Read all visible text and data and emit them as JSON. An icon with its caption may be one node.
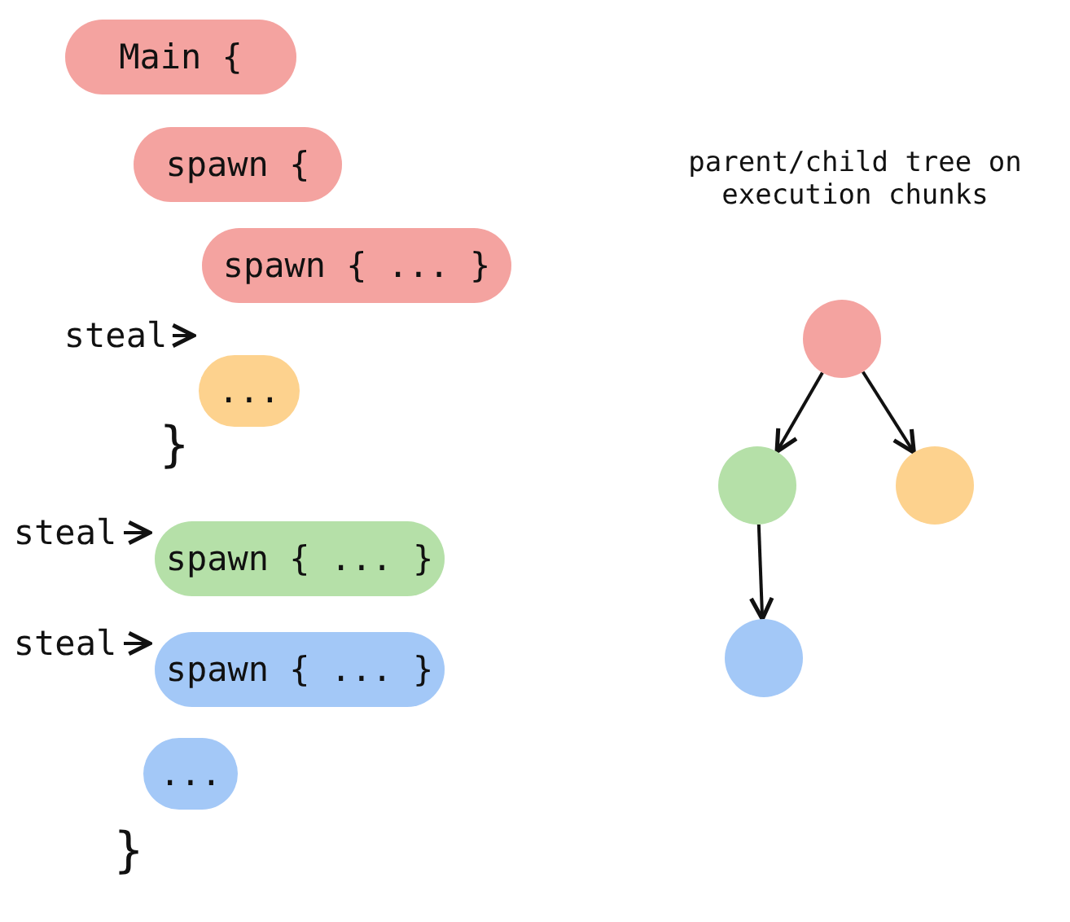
{
  "diagram": {
    "nodes": [
      {
        "text": [
          "Main {"
        ]
      },
      {
        "text": [
          "spawn {"
        ]
      },
      {
        "text": [
          "spawn { ... }"
        ]
      },
      {
        "text": [
          "steal"
        ]
      },
      {
        "text": [
          "..."
        ]
      },
      {
        "text": [
          "steal"
        ]
      },
      {
        "text": [
          "spawn { ... }"
        ]
      },
      {
        "text": [
          "steal"
        ]
      },
      {
        "text": [
          "spawn { ... }"
        ]
      },
      {
        "text": [
          "..."
        ]
      },
      {
        "text": [],
        "shape": "circle"
      },
      {
        "text": [],
        "shape": "circle"
      },
      {
        "text": [],
        "shape": "circle"
      },
      {
        "text": [],
        "shape": "circle"
      }
    ],
    "edges": [
      {
        "from": 3,
        "to": 4,
        "arrow": "to"
      },
      {
        "from": 5,
        "to": 6,
        "arrow": "to"
      },
      {
        "from": 7,
        "to": 8,
        "arrow": "to"
      },
      {
        "from": 10,
        "to": 11,
        "arrow": "to"
      },
      {
        "from": 10,
        "to": 12,
        "arrow": "to"
      },
      {
        "from": 11,
        "to": 13,
        "arrow": "to"
      }
    ],
    "labels": [
      "}",
      "}",
      "parent/child tree on execution chunks"
    ]
  }
}
